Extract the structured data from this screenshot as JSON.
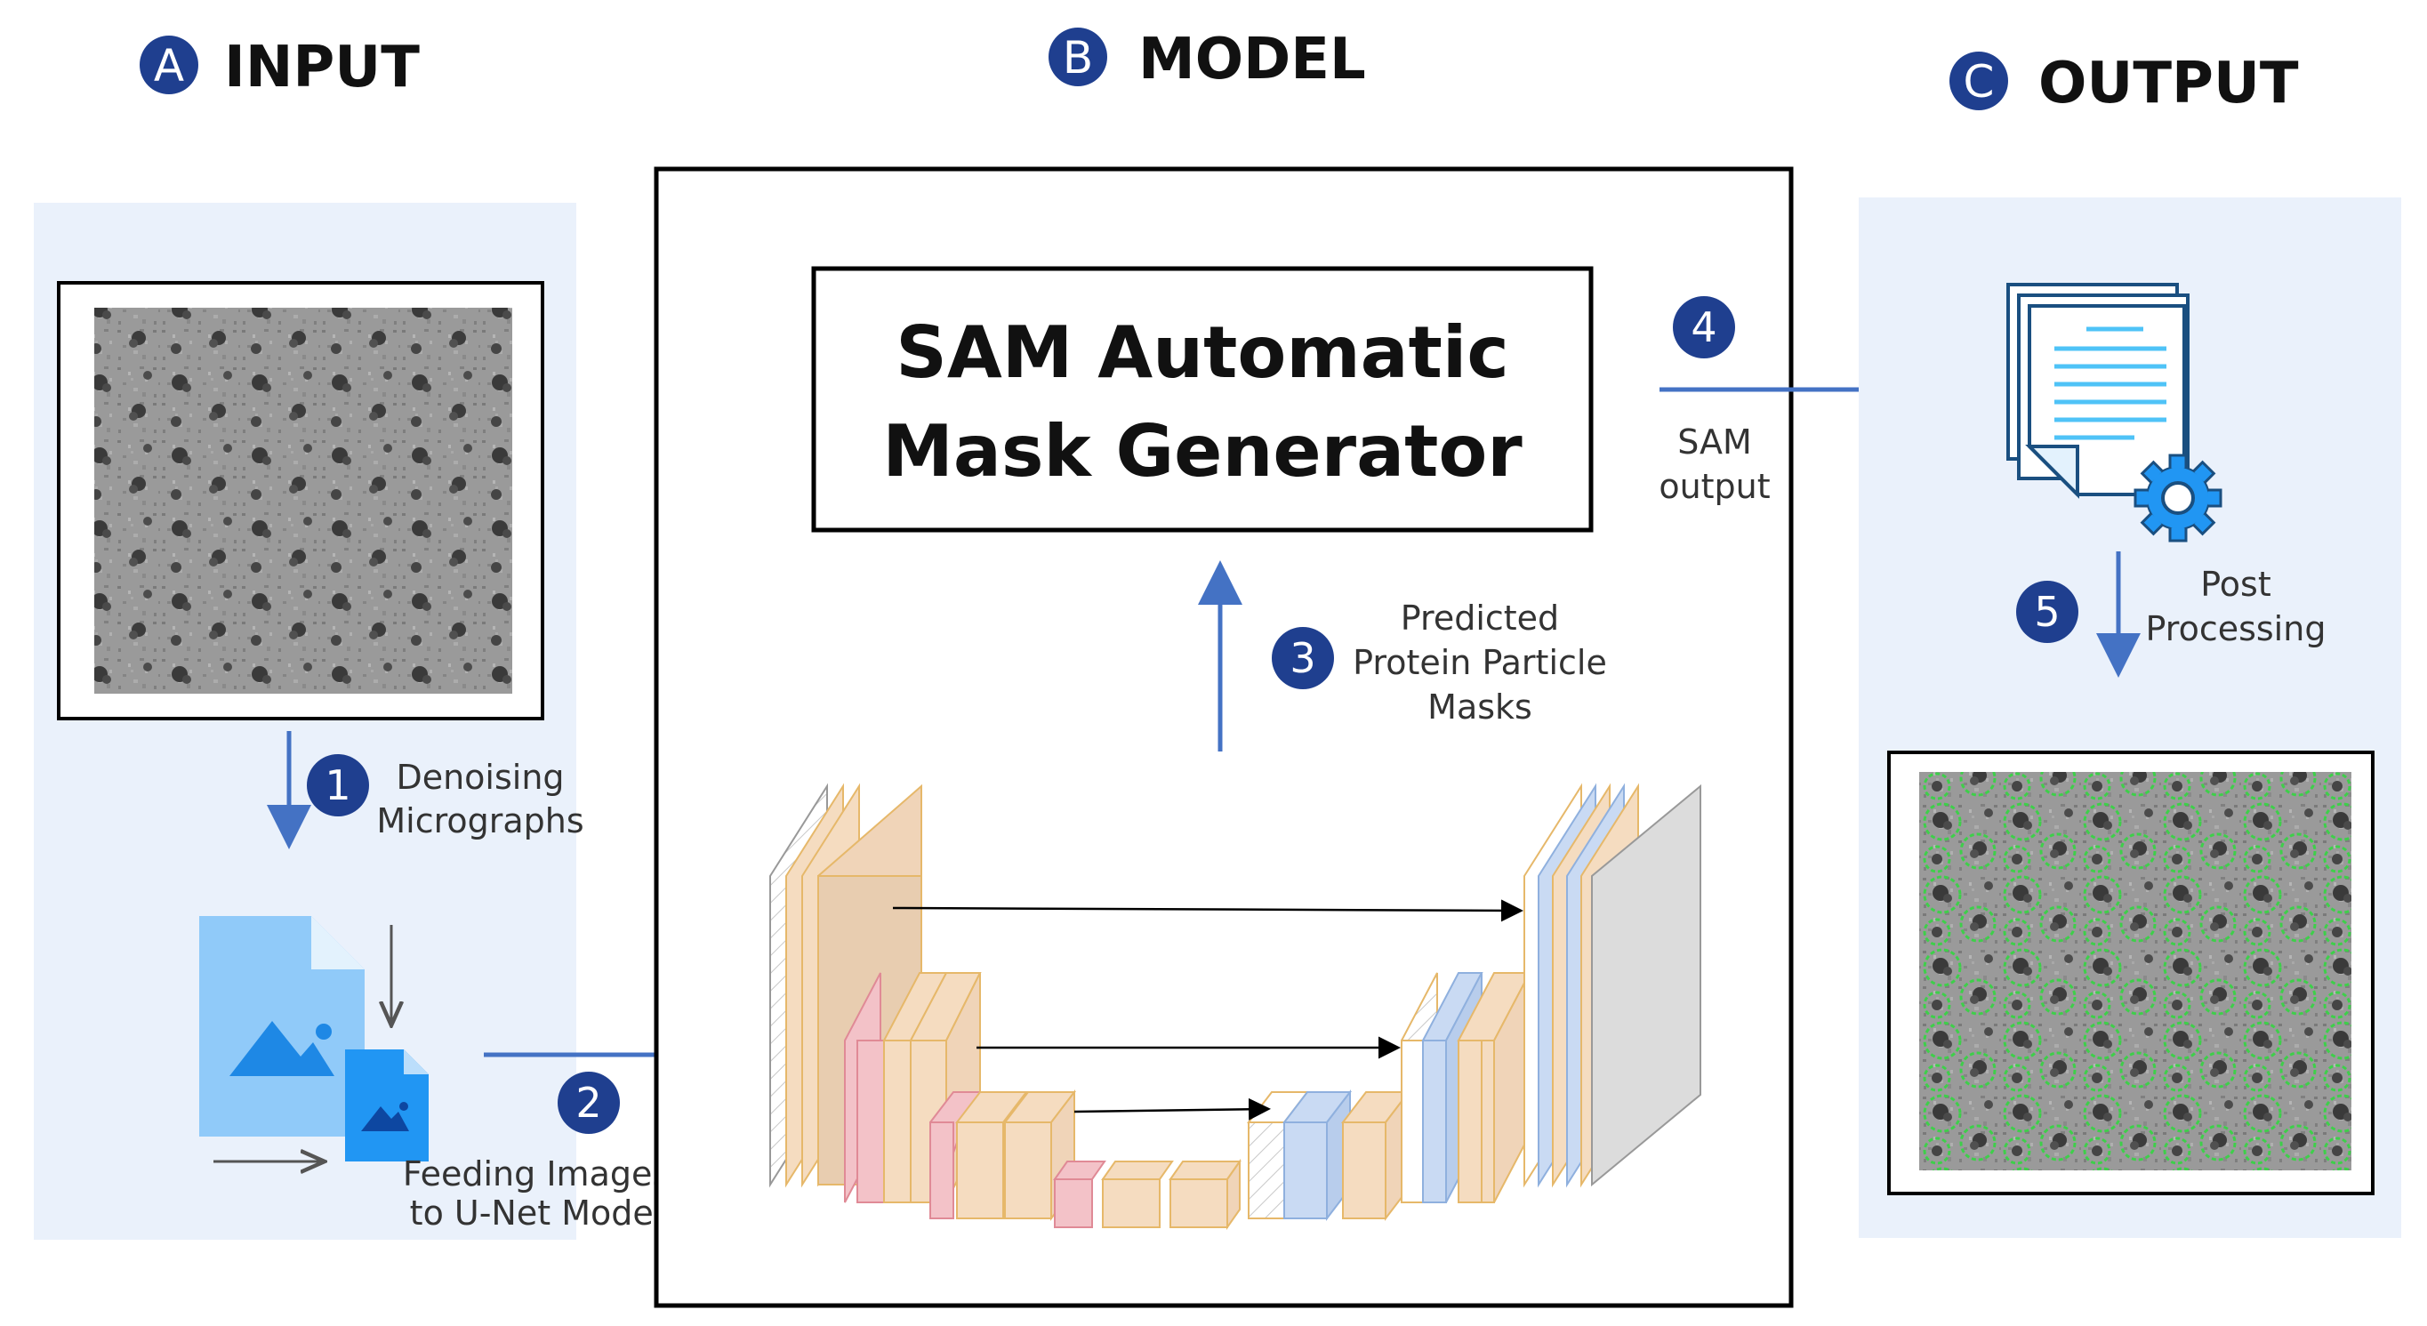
{
  "sections": {
    "input": {
      "letter": "A",
      "title": "INPUT"
    },
    "model": {
      "letter": "B",
      "title": "MODEL"
    },
    "output": {
      "letter": "C",
      "title": "OUTPUT"
    }
  },
  "model_box": {
    "line1": "SAM Automatic",
    "line2": "Mask Generator"
  },
  "steps": [
    {
      "number": "1",
      "lines": [
        "Denoising",
        "Micrographs"
      ]
    },
    {
      "number": "2",
      "lines": [
        "Feeding Images",
        "to U-Net Model"
      ]
    },
    {
      "number": "3",
      "lines": [
        "Predicted",
        "Protein Particle",
        "Masks"
      ]
    },
    {
      "number": "4",
      "lines": [
        "SAM",
        "output"
      ]
    },
    {
      "number": "5",
      "lines": [
        "Post",
        "Processing"
      ]
    }
  ],
  "colors": {
    "badge": "#1f3f8f",
    "arrow": "#4472c4",
    "panel_bg": "#eaf1fb",
    "encoder": "#f5dcc0",
    "encoder_edge": "#e6b86a",
    "pink": "#f3c2c8",
    "blue_layer": "#c9daf3",
    "final_layer": "#dcdcdc",
    "doc_line": "#4fc3f7",
    "gear": "#2196f3",
    "particle_ring": "#3ecf4a"
  },
  "icons": {
    "image_files": "image-file-icon",
    "document": "document-icon",
    "gear": "gear-icon"
  }
}
